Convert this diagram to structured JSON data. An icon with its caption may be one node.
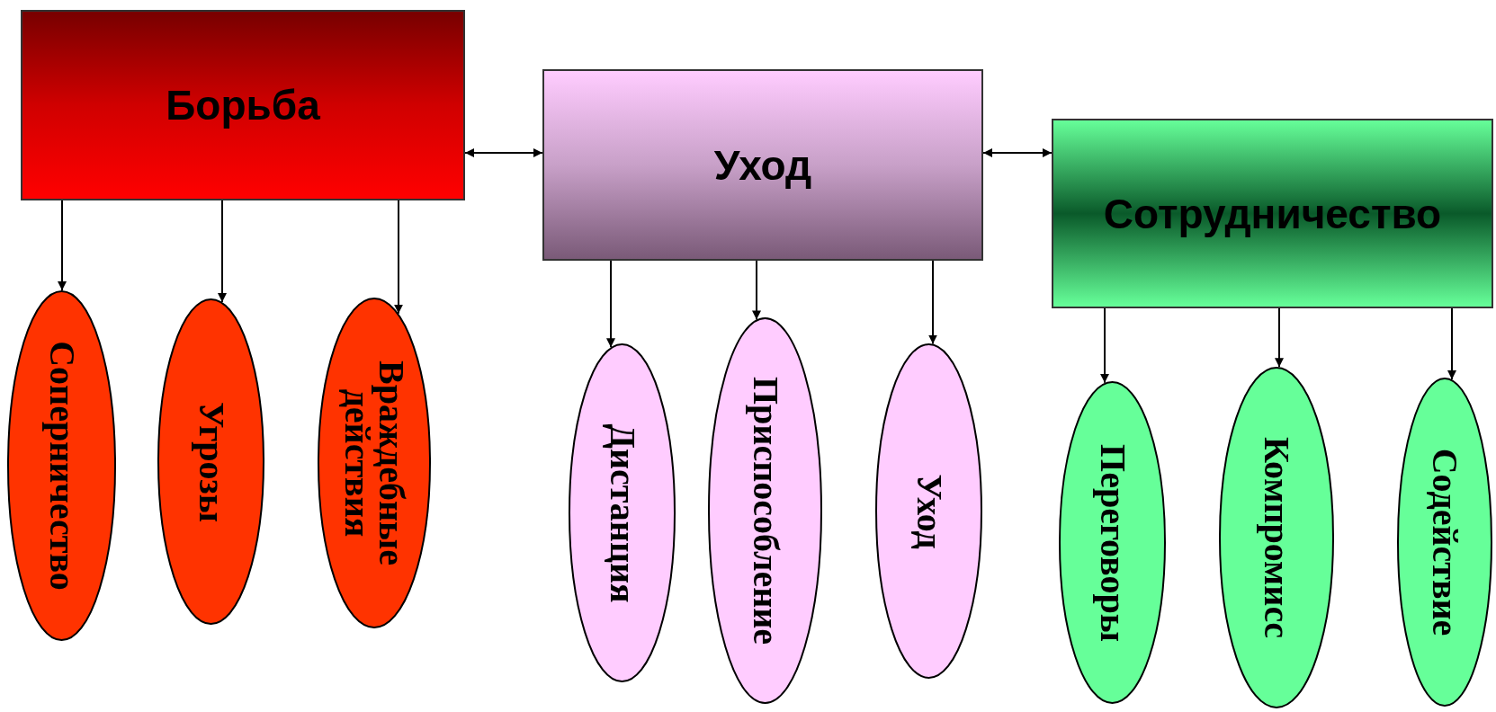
{
  "diagram": {
    "nodes": [
      {
        "text": [
          "Борьба"
        ]
      },
      {
        "text": [
          "Соперничество"
        ]
      },
      {
        "text": [
          "Угрозы"
        ]
      },
      {
        "text": [
          "Враждебные действия"
        ]
      },
      {
        "text": [
          "Уход"
        ]
      },
      {
        "text": [
          "Дистанция"
        ]
      },
      {
        "text": [
          "Приспособление"
        ]
      },
      {
        "text": [
          "Уход"
        ]
      },
      {
        "text": [
          "Сотрудничество"
        ]
      },
      {
        "text": [
          "Переговоры"
        ]
      },
      {
        "text": [
          "Компромисс"
        ]
      },
      {
        "text": [
          "Содействие"
        ]
      }
    ],
    "edges": [
      {
        "from": 0,
        "to": 1,
        "arrow": "to"
      },
      {
        "from": 0,
        "to": 2,
        "arrow": "to"
      },
      {
        "from": 0,
        "to": 3,
        "arrow": "to"
      },
      {
        "from": 0,
        "to": 4,
        "arrow": "both"
      },
      {
        "from": 4,
        "to": 5,
        "arrow": "to"
      },
      {
        "from": 4,
        "to": 6,
        "arrow": "to"
      },
      {
        "from": 4,
        "to": 7,
        "arrow": "to"
      },
      {
        "from": 4,
        "to": 8,
        "arrow": "both"
      },
      {
        "from": 8,
        "to": 9,
        "arrow": "to"
      },
      {
        "from": 8,
        "to": 10,
        "arrow": "to"
      },
      {
        "from": 8,
        "to": 11,
        "arrow": "to"
      }
    ]
  }
}
